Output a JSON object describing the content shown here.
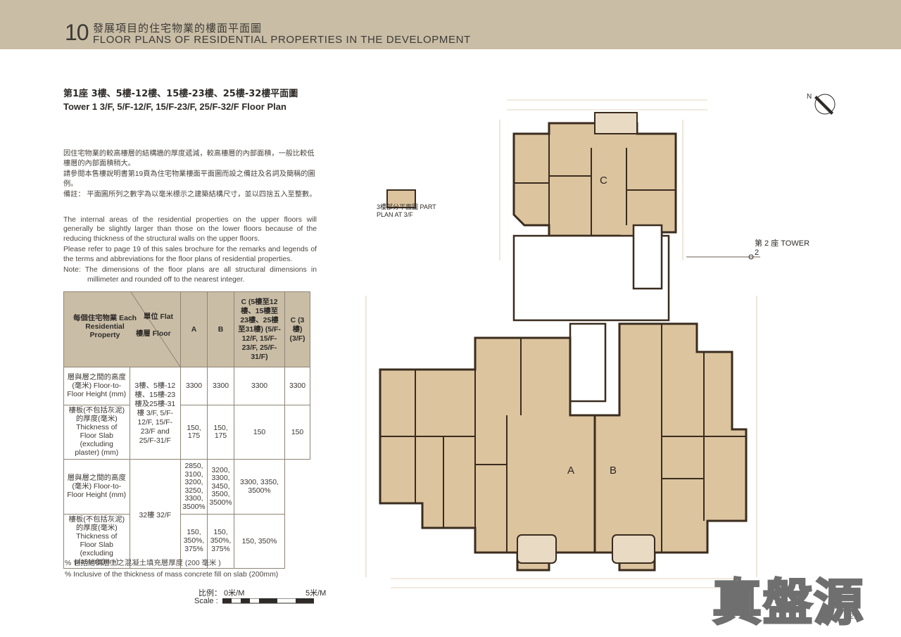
{
  "header": {
    "number": "10",
    "title_zh": "發展項目的住宅物業的樓面平面圖",
    "title_en": "FLOOR PLANS OF RESIDENTIAL PROPERTIES IN THE DEVELOPMENT"
  },
  "plan_title": {
    "zh": "第1座 3樓、5樓-12樓、15樓-23樓、25樓-32樓平面圖",
    "en": "Tower 1 3/F, 5/F-12/F, 15/F-23/F, 25/F-32/F Floor Plan"
  },
  "notes": {
    "zh_1": "因住宅物業的較高樓層的結構牆的厚度遞減，較高樓層的內部面積，一般比較低樓層的內部面積稍大。",
    "zh_2": "請參閱本售樓說明書第19頁為住宅物業樓面平面圖而設之備註及名詞及簡稱的圖例。",
    "zh_3": "備註： 平面圖所列之數字為以毫米標示之建築結構尺寸，並以四捨五入至整數。",
    "en_1": "The internal areas of the residential properties on the upper floors will generally be slightly larger than those on the lower floors because of the reducing thickness of the structural walls on the upper floors.",
    "en_2": "Please refer to page 19 of this sales brochure for the remarks and legends of the terms and abbreviations for the floor plans of residential properties.",
    "en_3": "Note: The dimensions of the floor plans are all structural dimensions in millimeter and rounded off to the nearest integer."
  },
  "table": {
    "head_prop": "每個住宅物業 Each Residential Property",
    "head_flat": "單位 Flat",
    "head_floor": "樓層 Floor",
    "col_a": "A",
    "col_b": "B",
    "col_c1": "C (5樓至12樓、15樓至23樓、25樓至31樓) (5/F-12/F, 15/F-23/F, 25/F-31/F)",
    "col_c2": "C (3樓) (3/F)",
    "row1_label": "層與層之間的高度(毫米) Floor-to-Floor Height (mm)",
    "row2_label": "樓板(不包括灰泥)的厚度(毫米) Thickness of Floor Slab (excluding plaster) (mm)",
    "row3_label": "層與層之間的高度(毫米) Floor-to-Floor Height (mm)",
    "row4_label": "樓板(不包括灰泥)的厚度(毫米) Thickness of Floor Slab (excluding plaster) (mm)",
    "floor_group1": "3樓、5樓-12樓、15樓-23樓及25樓-31樓 3/F, 5/F-12/F, 15/F-23/F and 25/F-31/F",
    "floor_group2": "32樓 32/F",
    "r1": [
      "3300",
      "3300",
      "3300",
      "3300"
    ],
    "r2": [
      "150, 175",
      "150, 175",
      "150",
      "150"
    ],
    "r3": [
      "2850, 3100, 3200, 3250, 3300, 3500%",
      "3200, 3300, 3450, 3500, 3500%",
      "3300, 3350, 3500%"
    ],
    "r4": [
      "150, 350%, 375%",
      "150, 350%, 375%",
      "150, 350%"
    ]
  },
  "footnote": {
    "zh": "%  包括結構層上之混凝土填充層厚度 (200 毫米 )",
    "en": "%  Inclusive of the thickness of mass concrete fill on slab (200mm)"
  },
  "scale": {
    "label": "比例： 0米/M",
    "end": "5米/M",
    "scale_en": "Scale :"
  },
  "plan": {
    "flat_a": "A",
    "flat_b": "B",
    "flat_c": "C",
    "tower2": "第 2 座 TOWER 2",
    "part_plan": "3樓部分平面圖 PART PLAN AT 3/F"
  },
  "page_number": "21",
  "watermark": "真盤源"
}
